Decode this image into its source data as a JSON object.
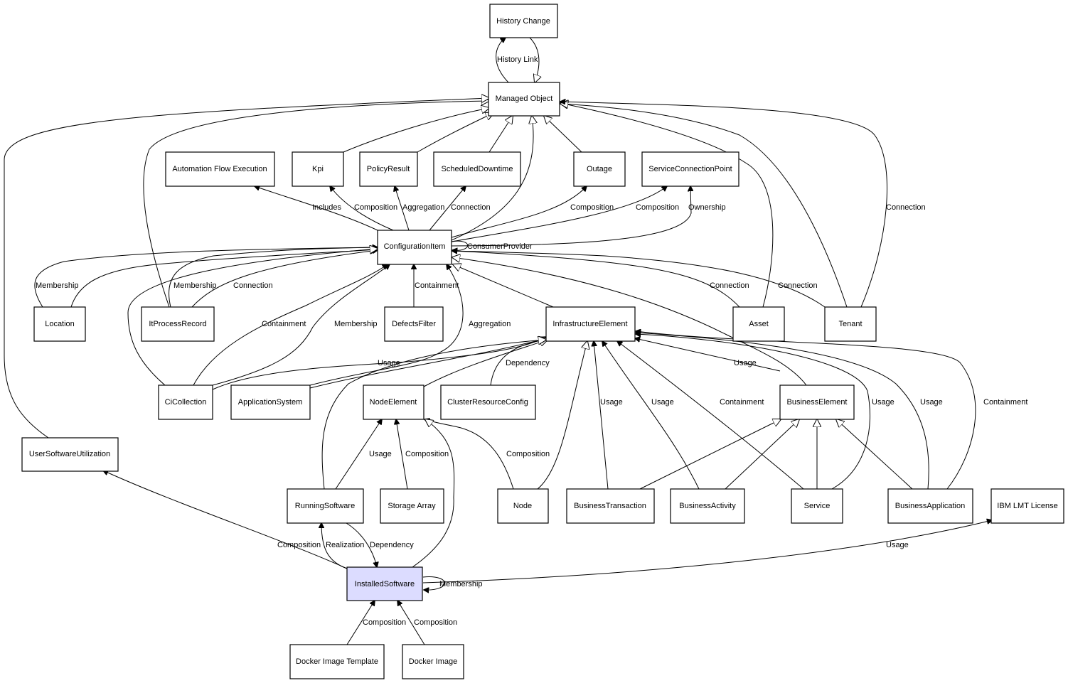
{
  "diagram": {
    "nodes": {
      "history_change": "History Change",
      "managed_object": "Managed Object",
      "automation_flow_execution": "Automation Flow Execution",
      "kpi": "Kpi",
      "policy_result": "PolicyResult",
      "scheduled_downtime": "ScheduledDowntime",
      "outage": "Outage",
      "service_connection_point": "ServiceConnectionPoint",
      "configuration_item": "ConfigurationItem",
      "location": "Location",
      "it_process_record": "ItProcessRecord",
      "defects_filter": "DefectsFilter",
      "infrastructure_element": "InfrastructureElement",
      "asset": "Asset",
      "tenant": "Tenant",
      "ci_collection": "CiCollection",
      "application_system": "ApplicationSystem",
      "node_element": "NodeElement",
      "cluster_resource_config": "ClusterResourceConfig",
      "business_element": "BusinessElement",
      "user_software_utilization": "UserSoftwareUtilization",
      "running_software": "RunningSoftware",
      "storage_array": "Storage Array",
      "node": "Node",
      "business_transaction": "BusinessTransaction",
      "business_activity": "BusinessActivity",
      "service": "Service",
      "business_application": "BusinessApplication",
      "ibm_lmt_license": "IBM LMT License",
      "installed_software": "InstalledSoftware",
      "docker_image_template": "Docker Image Template",
      "docker_image": "Docker Image"
    },
    "edge_labels": {
      "history_link": "History Link",
      "includes": "Includes",
      "kpi_composition": "Composition",
      "policy_aggregation": "Aggregation",
      "downtime_connection": "Connection",
      "outage_composition": "Composition",
      "scp_composition": "Composition",
      "scp_ownership": "Ownership",
      "consumer_provider": "ConsumerProvider",
      "location_membership": "Membership",
      "itpr_membership": "Membership",
      "itpr_connection": "Connection",
      "asset_connection": "Connection",
      "tenant_connection": "Connection",
      "tenant_mo_connection": "Connection",
      "defects_containment": "Containment",
      "cicoll_containment": "Containment",
      "cicoll_membership": "Membership",
      "appsys_aggregation": "Aggregation",
      "ie_usage": "Usage",
      "cluster_dependency": "Dependency",
      "be_usage": "Usage",
      "bt_usage": "Usage",
      "ba_usage": "Usage",
      "service_containment": "Containment",
      "service_usage": "Usage",
      "bapp_usage": "Usage",
      "bapp_containment": "Containment",
      "rs_usage": "Usage",
      "sa_composition": "Composition",
      "node_composition": "Composition",
      "is_composition_usu": "Composition",
      "is_realization": "Realization",
      "is_dependency": "Dependency",
      "is_usage_lmt": "Usage",
      "is_membership": "Membership",
      "dit_composition": "Composition",
      "di_composition": "Composition"
    }
  }
}
